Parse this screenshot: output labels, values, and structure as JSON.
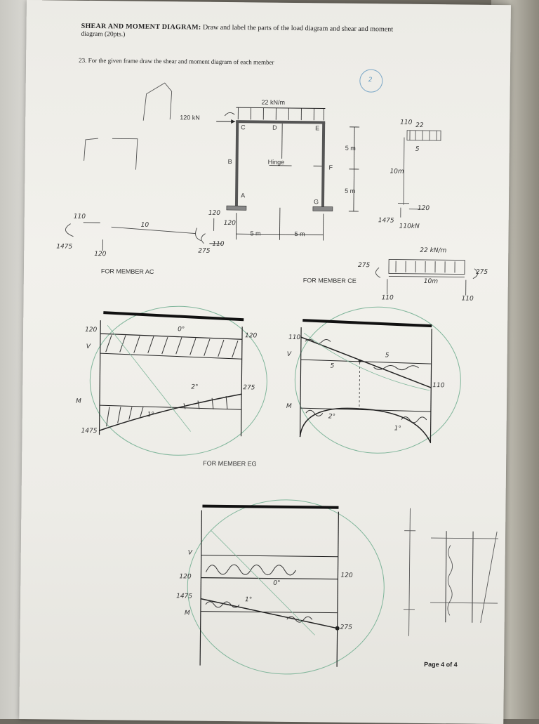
{
  "header": {
    "title": "SHEAR AND MOMENT DIAGRAM:",
    "instruction": "Draw and label the parts of the load diagram and shear and moment",
    "points": "diagram (20pts.)"
  },
  "question": "23. For the given frame draw the shear and moment diagram of each member",
  "score_mark": "2",
  "frame": {
    "distributed_load": "22 kN/m",
    "point_load": "120 kN",
    "hinge_label": "Hinge",
    "joints": [
      "A",
      "B",
      "C",
      "D",
      "E",
      "F",
      "G"
    ],
    "height_top": "5 m",
    "height_bottom": "5 m",
    "span_left": "5 m",
    "span_right": "5 m"
  },
  "sections": {
    "member_ac": "FOR MEMBER AC",
    "member_ce": "FOR MEMBER CE",
    "member_eg": "FOR MEMBER EG"
  },
  "handwriting": {
    "ac_sketch": [
      "110",
      "10",
      "1475",
      "120",
      "120",
      "120",
      "110",
      "275"
    ],
    "ac_v_left": "120",
    "ac_v_right": "120",
    "ac_v_zero": "0°",
    "ac_m_bottom": "1475",
    "ac_m_right": "275",
    "ac_m_degree": "1°",
    "ac_m_degree2": "2°",
    "ce_v_top": "110",
    "ce_v_mid": "5",
    "ce_v_mid2": "5",
    "ce_v_right": "110",
    "ce_m_deg": "2°",
    "ce_m_deg2": "1°",
    "ce_beam_load": "22 kN/m",
    "ce_beam_span": "10m",
    "ce_beam_left": "275",
    "ce_beam_right": "275",
    "ce_beam_r1": "110",
    "ce_beam_r2": "110",
    "eg_v_bottom": "120",
    "eg_v_right": "120",
    "eg_m_left": "1475",
    "eg_m_right": "275",
    "eg_zero": "0°",
    "eg_deg": "1°",
    "right_sketch": [
      "110",
      "22",
      "5",
      "10m",
      "1475",
      "110kN",
      "120"
    ],
    "v_label": "V",
    "m_label": "M"
  },
  "page_number": "Page 4 of 4"
}
